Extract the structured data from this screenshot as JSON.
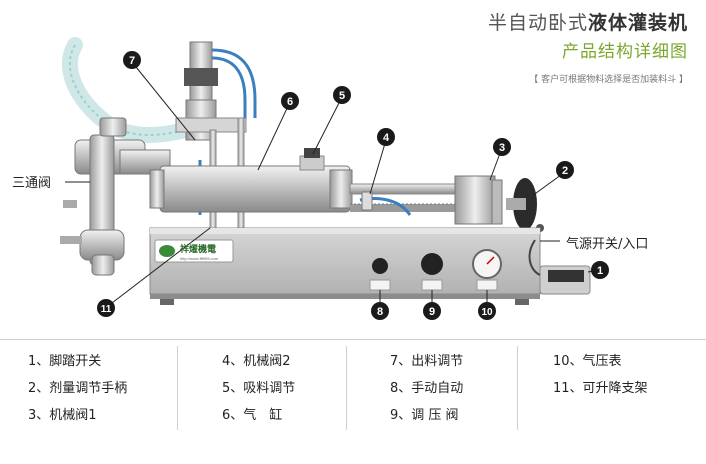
{
  "title": {
    "line1_prefix": "半自动卧式",
    "line1_emph": "液体灌装机",
    "line2": "产品结构详细图",
    "note": "【 客户可根据物料选择是否加装料斗 】"
  },
  "external_labels": {
    "three_way_valve": "三通阀",
    "air_inlet": "气源开关/入口"
  },
  "brand": {
    "name": "祥燿機電",
    "url": "http://www.fff999.com"
  },
  "markers": [
    "1",
    "2",
    "3",
    "4",
    "5",
    "6",
    "7",
    "8",
    "9",
    "10",
    "11"
  ],
  "legend": [
    [
      "1、脚踏开关",
      "2、剂量调节手柄",
      "3、机械阀1"
    ],
    [
      "4、机械阀2",
      "5、吸料调节",
      "6、气　缸"
    ],
    [
      "7、出料调节",
      "8、手动自动",
      "9、调 压 阀"
    ],
    [
      "10、气压表",
      "11、可升降支架"
    ]
  ],
  "colors": {
    "title_green": "#7aa82e",
    "marker_fill": "#1a1a1a",
    "steel": "#c8c8c8",
    "tube_blue": "#3a7fc1"
  }
}
